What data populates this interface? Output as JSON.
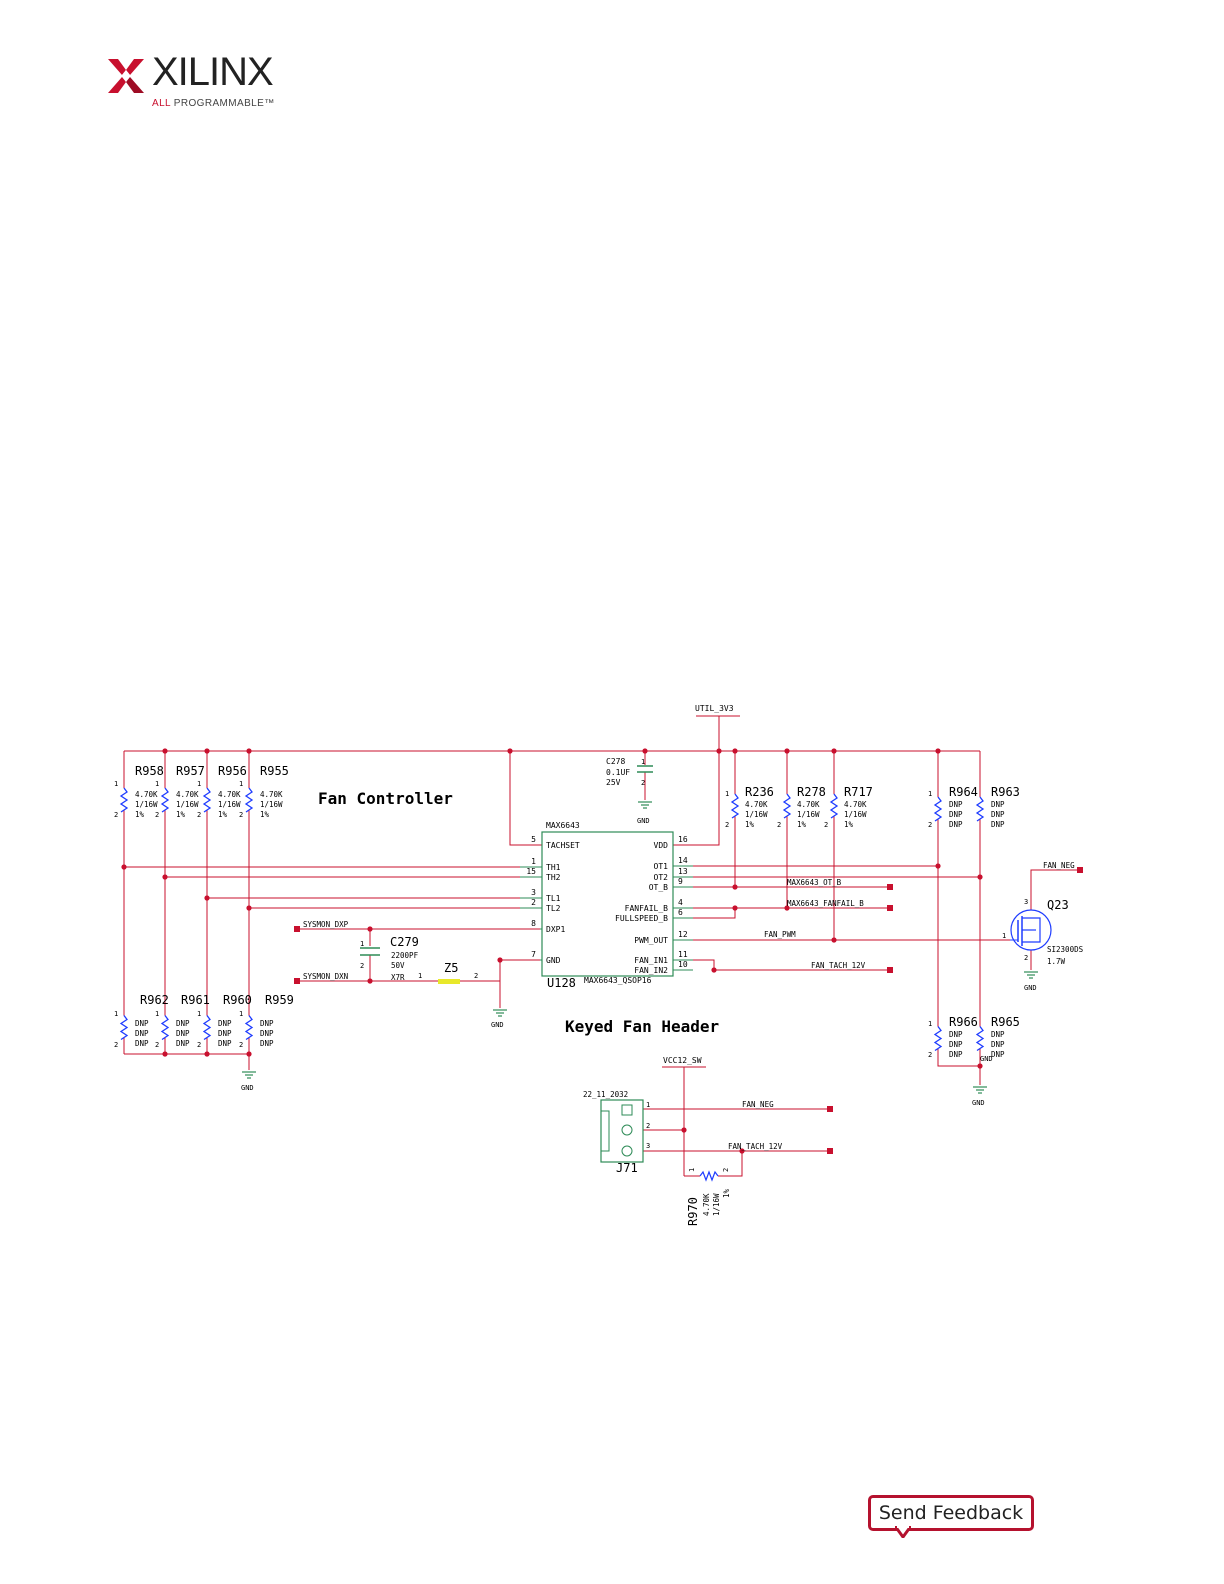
{
  "logo": {
    "brand": "XILINX",
    "tagline_accent": "ALL",
    "tagline_rest": " PROGRAMMABLE",
    "tm": "™"
  },
  "colors": {
    "wire": "#c8102e",
    "body": "#2e8b57",
    "res": "#1e3cff",
    "text": "#000000",
    "accent": "#c8102e"
  },
  "schematic": {
    "titles": {
      "fan_controller": "Fan Controller",
      "keyed_fan_header": "Keyed Fan Header"
    },
    "nets": {
      "util_3v3": "UTIL_3V3",
      "vcc12_sw": "VCC12_SW",
      "sysmon_dxp": "SYSMON_DXP",
      "sysmon_dxn": "SYSMON_DXN",
      "max_ot_b": "MAX6643_OT_B",
      "max_fanfail_b": "MAX6643_FANFAIL_B",
      "fan_pwm": "FAN_PWM",
      "fan_tach": "FAN_TACH_12V",
      "fan_neg": "FAN_NEG",
      "gnd": "GND"
    },
    "u128": {
      "ref": "U128",
      "type": "MAX6643",
      "part": "MAX6643_QSOP16",
      "left_pins": [
        {
          "num": "5",
          "name": "TACHSET"
        },
        {
          "num": "1",
          "name": "TH1"
        },
        {
          "num": "15",
          "name": "TH2"
        },
        {
          "num": "3",
          "name": "TL1"
        },
        {
          "num": "2",
          "name": "TL2"
        },
        {
          "num": "8",
          "name": "DXP1"
        },
        {
          "num": "7",
          "name": "GND"
        }
      ],
      "right_pins": [
        {
          "num": "16",
          "name": "VDD"
        },
        {
          "num": "14",
          "name": "OT1"
        },
        {
          "num": "13",
          "name": "OT2"
        },
        {
          "num": "9",
          "name": "OT_B"
        },
        {
          "num": "4",
          "name": "FANFAIL_B"
        },
        {
          "num": "6",
          "name": "FULLSPEED_B"
        },
        {
          "num": "12",
          "name": "PWM_OUT"
        },
        {
          "num": "11",
          "name": "FAN_IN1"
        },
        {
          "num": "10",
          "name": "FAN_IN2"
        }
      ]
    },
    "resistors_top_left": [
      {
        "ref": "R958",
        "l1": "4.70K",
        "l2": "1/16W",
        "l3": "1%"
      },
      {
        "ref": "R957",
        "l1": "4.70K",
        "l2": "1/16W",
        "l3": "1%"
      },
      {
        "ref": "R956",
        "l1": "4.70K",
        "l2": "1/16W",
        "l3": "1%"
      },
      {
        "ref": "R955",
        "l1": "4.70K",
        "l2": "1/16W",
        "l3": "1%"
      }
    ],
    "resistors_bottom_left": [
      {
        "ref": "R962",
        "l1": "DNP",
        "l2": "DNP",
        "l3": "DNP"
      },
      {
        "ref": "R961",
        "l1": "DNP",
        "l2": "DNP",
        "l3": "DNP"
      },
      {
        "ref": "R960",
        "l1": "DNP",
        "l2": "DNP",
        "l3": "DNP"
      },
      {
        "ref": "R959",
        "l1": "DNP",
        "l2": "DNP",
        "l3": "DNP"
      }
    ],
    "resistors_top_right": [
      {
        "ref": "R236",
        "l1": "4.70K",
        "l2": "1/16W",
        "l3": "1%"
      },
      {
        "ref": "R278",
        "l1": "4.70K",
        "l2": "1/16W",
        "l3": "1%"
      },
      {
        "ref": "R717",
        "l1": "4.70K",
        "l2": "1/16W",
        "l3": "1%"
      }
    ],
    "resistors_dnp_right_top": [
      {
        "ref": "R964",
        "l1": "DNP",
        "l2": "DNP",
        "l3": "DNP"
      },
      {
        "ref": "R963",
        "l1": "DNP",
        "l2": "DNP",
        "l3": "DNP"
      }
    ],
    "resistors_dnp_right_bottom": [
      {
        "ref": "R966",
        "l1": "DNP",
        "l2": "DNP",
        "l3": "DNP"
      },
      {
        "ref": "R965",
        "l1": "DNP",
        "l2": "DNP",
        "l3": "DNP"
      }
    ],
    "c278": {
      "ref": "C278",
      "value": "0.1UF",
      "voltage": "25V"
    },
    "c279": {
      "ref": "C279",
      "value": "2200PF",
      "voltage": "50V",
      "dielectric": "X7R"
    },
    "z5": {
      "ref": "Z5"
    },
    "q23": {
      "ref": "Q23",
      "part": "SI2300DS",
      "power": "1.7W"
    },
    "j71": {
      "ref": "J71",
      "part": "22_11_2032"
    },
    "r970": {
      "ref": "R970",
      "l1": "4.70K",
      "l2": "1/16W",
      "l3": "1%"
    },
    "pin_nums": {
      "p1": "1",
      "p2": "2",
      "p3": "3"
    }
  },
  "feedback": {
    "label": "Send Feedback"
  }
}
